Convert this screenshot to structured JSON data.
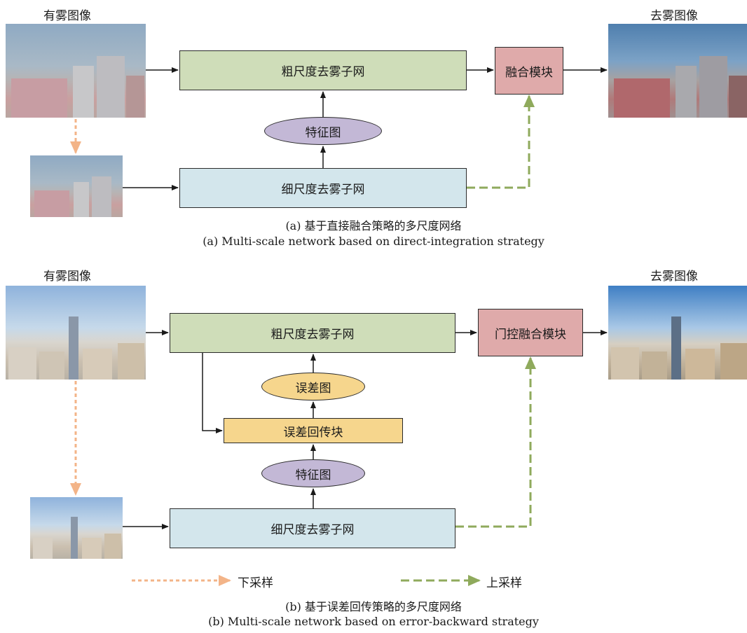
{
  "part_a": {
    "hazy_label": "有雾图像",
    "dehazed_label": "去雾图像",
    "coarse_net": "粗尺度去雾子网",
    "fine_net": "细尺度去雾子网",
    "feature_map": "特征图",
    "fusion": "融合模块",
    "caption_cn": "(a) 基于直接融合策略的多尺度网络",
    "caption_en": "(a) Multi-scale network based on direct-integration strategy"
  },
  "part_b": {
    "hazy_label": "有雾图像",
    "dehazed_label": "去雾图像",
    "coarse_net": "粗尺度去雾子网",
    "fine_net": "细尺度去雾子网",
    "error_map": "误差图",
    "error_block": "误差回传块",
    "feature_map": "特征图",
    "fusion": "门控融合模块",
    "caption_cn": "(b) 基于误差回传策略的多尺度网络",
    "caption_en": "(b) Multi-scale network based on error-backward strategy"
  },
  "legend": {
    "down": "下采样",
    "up": "上采样"
  },
  "colors": {
    "green_box": "#cfddb9",
    "blue_box": "#d3e6ec",
    "pink_box": "#dfaaaa",
    "ellipse": "#c3b8d6",
    "yellow": "#f6d68d",
    "down_arrow": "#f3b488",
    "up_arrow": "#8faa5c"
  }
}
